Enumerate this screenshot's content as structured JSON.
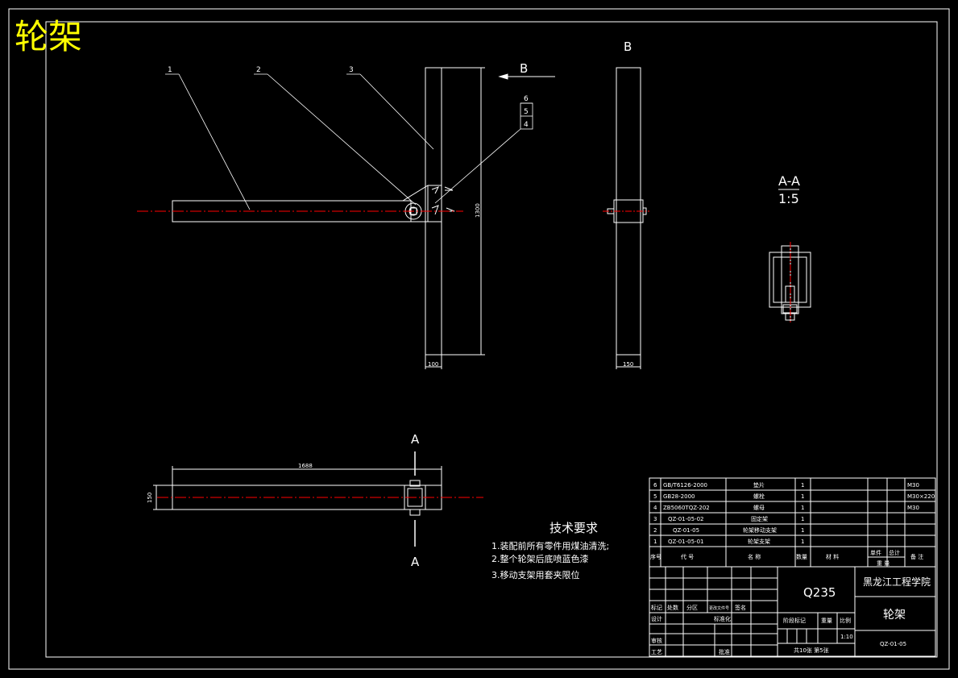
{
  "title": "轮架",
  "colors": {
    "background": "#000000",
    "line": "#ffffff",
    "centerline": "#ff0000",
    "title": "#ffff00"
  },
  "views": {
    "view_b_label": "B",
    "arrow_b_label": "B",
    "section_label": "A-A",
    "section_scale": "1:5",
    "section_mark_top": "A",
    "section_mark_bottom": "A"
  },
  "callouts": [
    "1",
    "2",
    "3",
    "6",
    "5",
    "4"
  ],
  "dimensions": {
    "front_height": "1300",
    "front_width": "100",
    "side_width": "150",
    "top_length": "1688",
    "top_height": "150"
  },
  "tech_requirements": {
    "heading": "技术要求",
    "items": [
      "1.装配前所有零件用煤油清洗;",
      "2.整个轮架后底喷蓝色漆",
      "3.移动支架用套夹限位"
    ]
  },
  "parts_list": {
    "rows": [
      {
        "no": "6",
        "code": "GB/T6126-2000",
        "name": "垫片",
        "qty": "1",
        "note": "M30"
      },
      {
        "no": "5",
        "code": "GB28-2000",
        "name": "螺栓",
        "qty": "1",
        "note": "M30×220"
      },
      {
        "no": "4",
        "code": "ZB5060TQZ-202",
        "name": "螺母",
        "qty": "1",
        "note": "M30"
      },
      {
        "no": "3",
        "code": "QZ-01-05-02",
        "name": "固定架",
        "qty": "1",
        "note": ""
      },
      {
        "no": "2",
        "code": "QZ-01-05",
        "name": "轮架移动支架",
        "qty": "1",
        "note": ""
      },
      {
        "no": "1",
        "code": "QZ-01-05-01",
        "name": "轮架支架",
        "qty": "1",
        "note": ""
      }
    ],
    "headers": {
      "no": "序号",
      "code": "代 号",
      "name": "名 称",
      "qty": "数量",
      "material": "材 料",
      "unit": "单件",
      "total": "总计",
      "weight": "重 量",
      "note": "备 注"
    }
  },
  "title_block": {
    "material": "Q235",
    "school": "黑龙江工程学院",
    "drawing_name": "轮架",
    "drawing_number": "QZ-01-05",
    "scale": "1:10",
    "sheet_info": "共10张  第5张",
    "labels": {
      "mark": "标记",
      "count": "处数",
      "zone": "分区",
      "change_doc": "更改文件号",
      "signature": "签名",
      "design": "设计",
      "standardize": "标准化",
      "stage_mark": "阶段标记",
      "weight": "重量",
      "ratio": "比例",
      "review": "审核",
      "process": "工艺",
      "approve": "批准"
    }
  }
}
